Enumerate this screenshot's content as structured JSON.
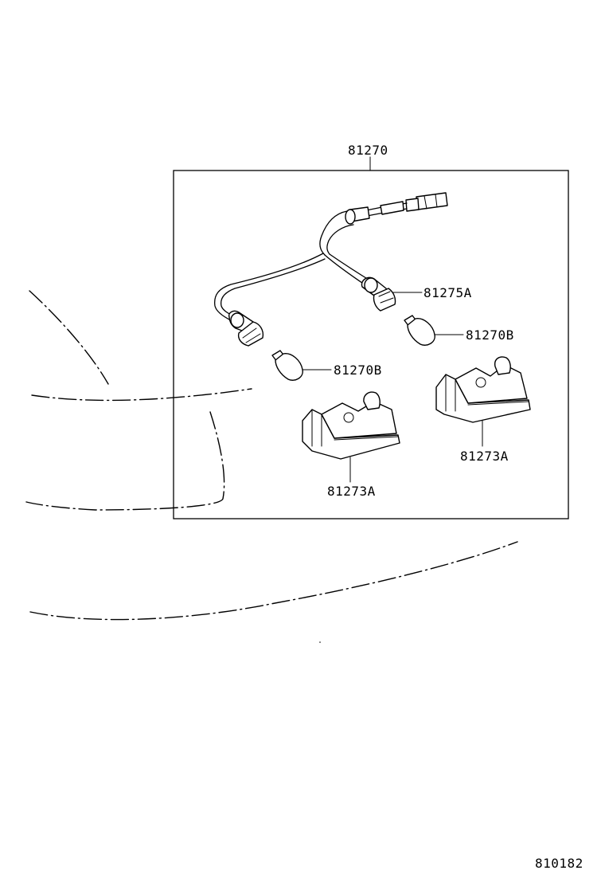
{
  "diagram": {
    "assembly_label": "81270",
    "socket_label": "81275A",
    "bulb_label_right": "81270B",
    "bulb_label_left": "81270B",
    "lens_label_right": "81273A",
    "lens_label_left": "81273A",
    "figure_code": "810182"
  }
}
